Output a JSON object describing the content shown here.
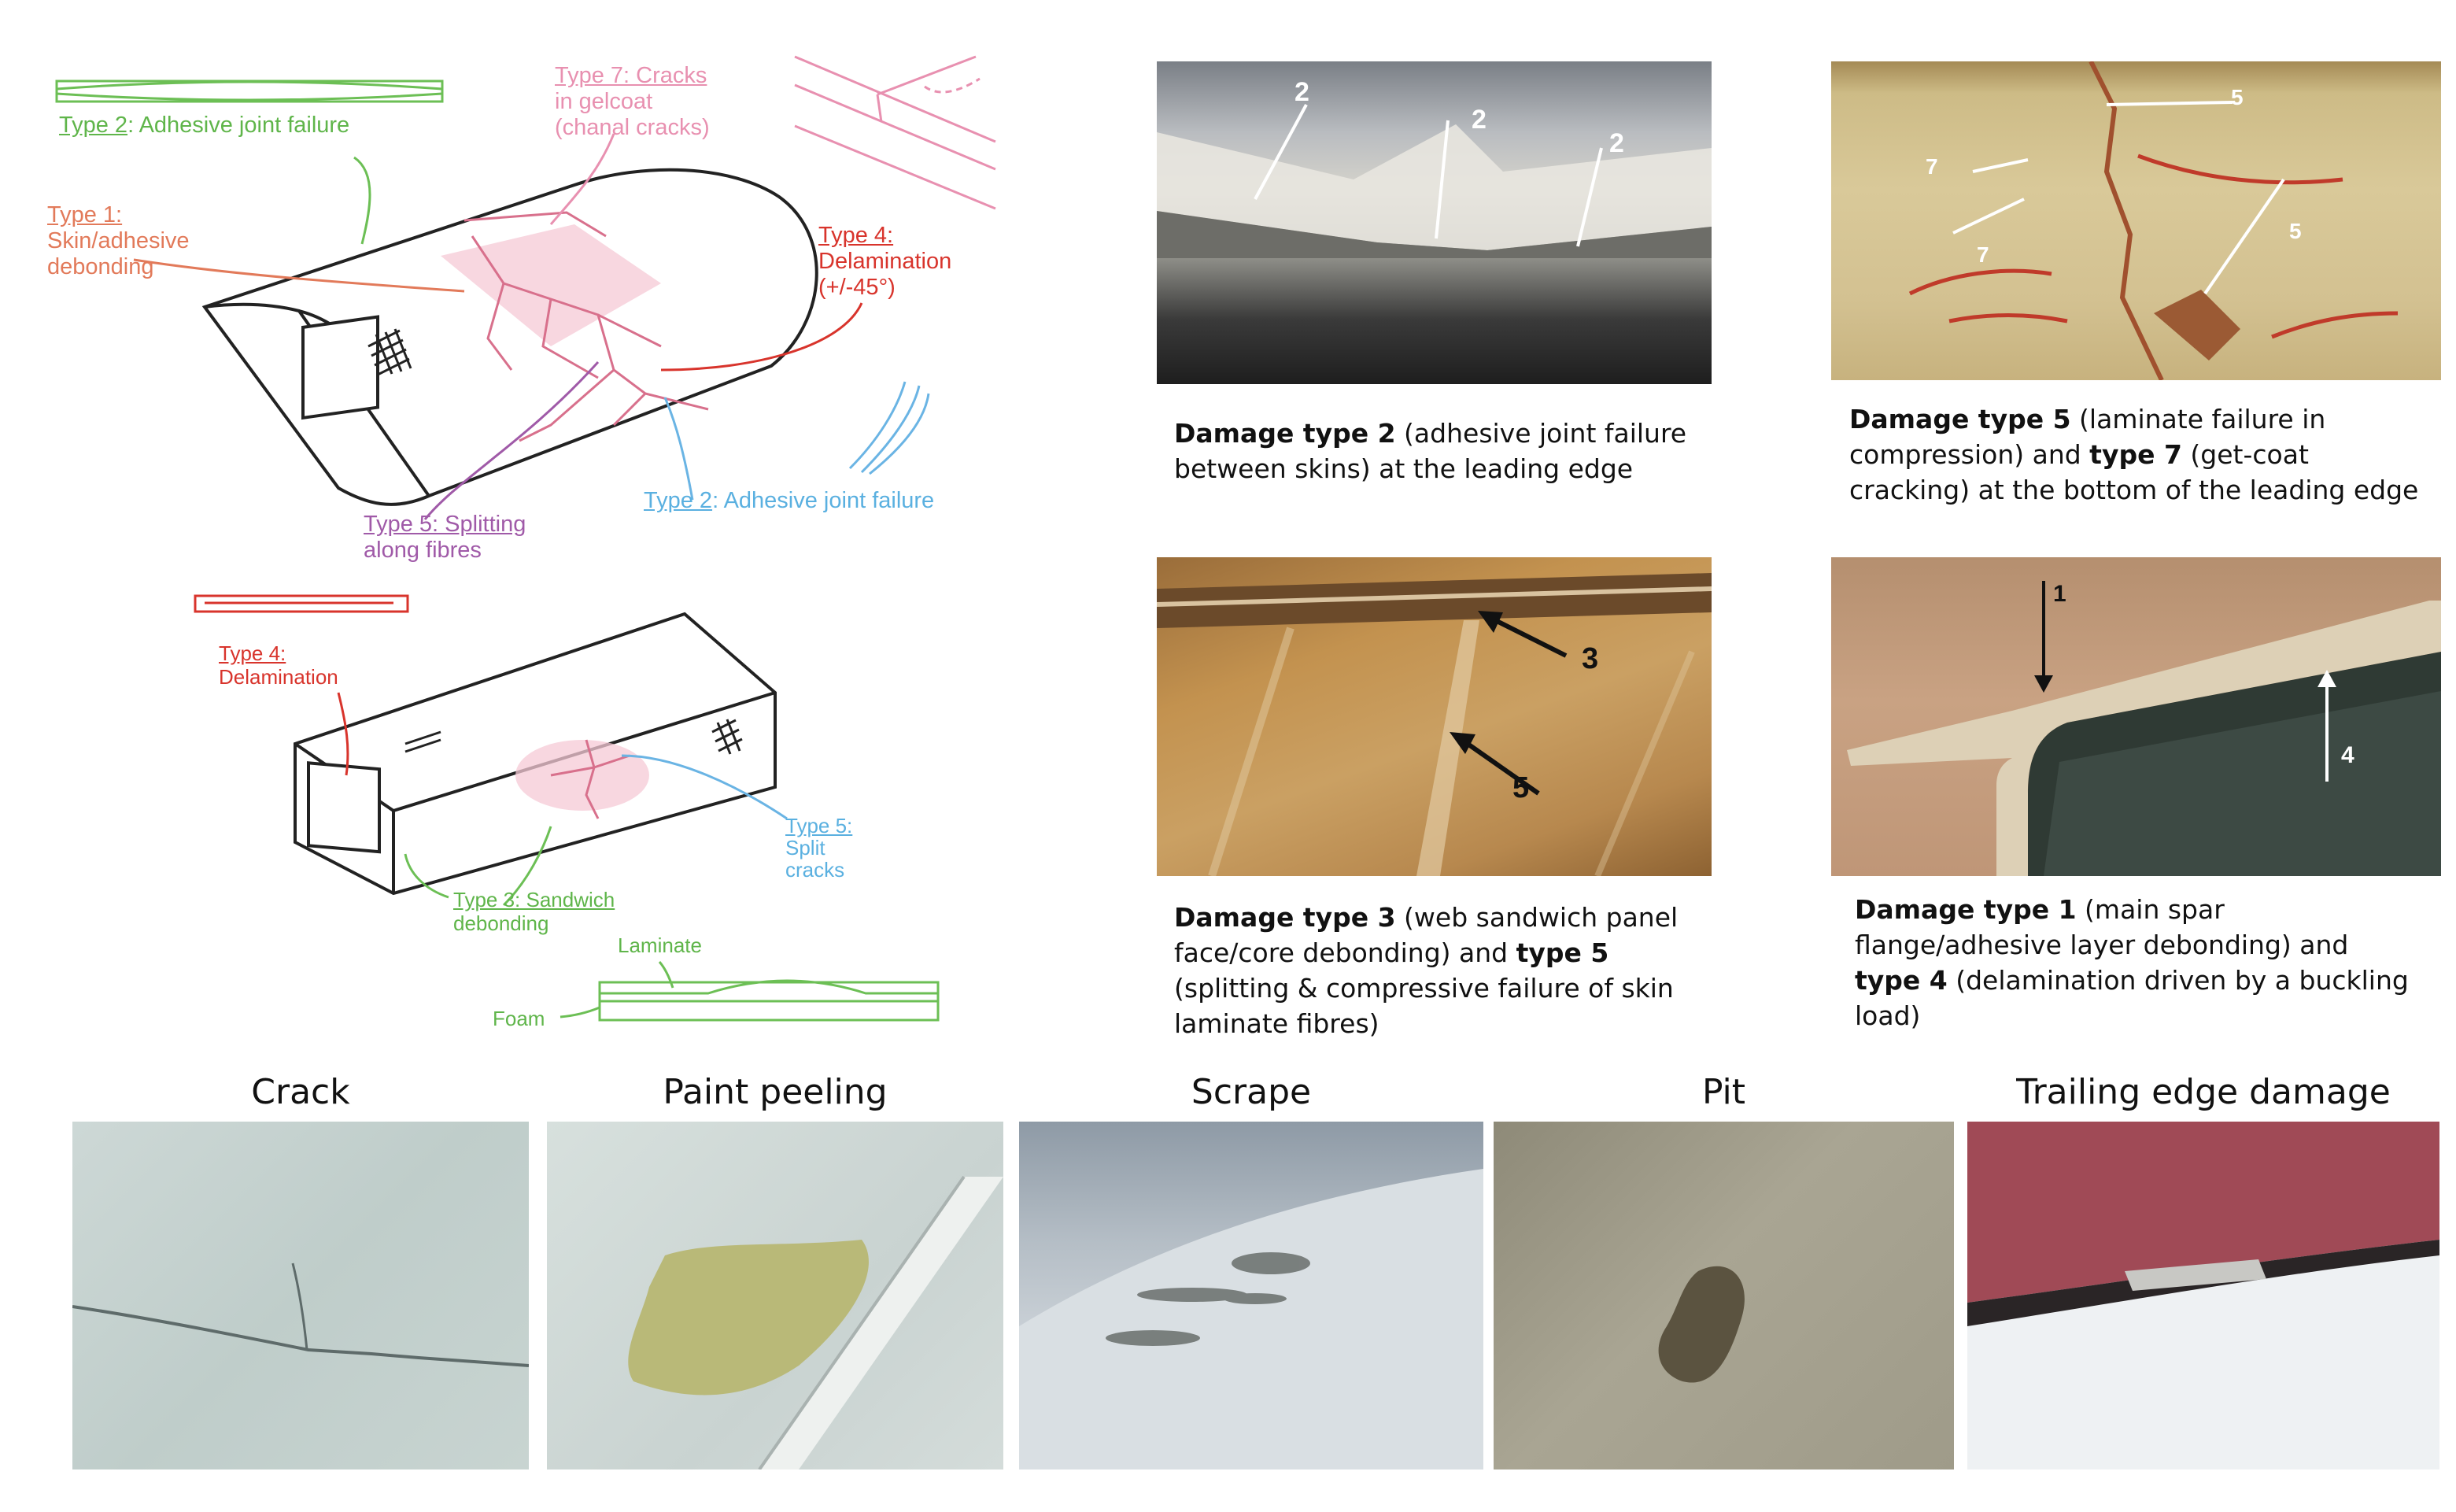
{
  "schematic": {
    "blade": {
      "type2_top": {
        "prefix": "Type 2",
        "rest": ": Adhesive joint failure"
      },
      "type7": {
        "line1": "Type 7: Cracks",
        "line2": "in gelcoat",
        "line3": "(chanal cracks)"
      },
      "type1": {
        "line1": "Type 1:",
        "line2": "Skin/adhesive",
        "line3": "debonding"
      },
      "type4": {
        "line1": "Type 4:",
        "line2": "Delamination",
        "line3": "(+/-45°)"
      },
      "type5": {
        "line1": "Type 5: Splitting",
        "line2": "along fibres"
      },
      "type2_bottom": {
        "prefix": "Type 2",
        "rest": ": Adhesive joint failure"
      }
    },
    "spar": {
      "type4": {
        "line1": "Type 4:",
        "line2": "Delamination"
      },
      "type5": {
        "line1": "Type 5:",
        "line2": "Split",
        "line3": "cracks"
      },
      "type3": {
        "line1": "Type 3: Sandwich",
        "line2": "debonding"
      },
      "laminate": "Laminate",
      "foam": "Foam"
    }
  },
  "photos": {
    "p1": {
      "markers": [
        "2",
        "2",
        "2"
      ],
      "caption": {
        "b1": "Damage type 2",
        "t1": " (adhesive joint failure between skins) at the leading edge"
      }
    },
    "p2": {
      "markers": [
        "5",
        "7",
        "7",
        "5"
      ],
      "caption": {
        "b1": "Damage type 5",
        "t1": " (laminate failure in compression) and ",
        "b2": "type 7",
        "t2": " (get-coat cracking) at the bottom of the leading edge"
      }
    },
    "p3": {
      "markers": [
        "3",
        "5"
      ],
      "caption": {
        "b1": "Damage type 3",
        "t1": " (web sandwich panel face/core debonding) and ",
        "b2": "type 5",
        "t2": " (splitting & compressive failure of skin laminate fibres)"
      }
    },
    "p4": {
      "markers": [
        "1",
        "4"
      ],
      "caption": {
        "b1": "Damage type 1",
        "t1": " (main spar flange/adhesive layer debonding) and ",
        "b2": "type 4",
        "t2": " (delamination driven by a buckling load)"
      }
    }
  },
  "bottom_row": [
    "Crack",
    "Paint peeling",
    "Scrape",
    "Pit",
    "Trailing edge damage"
  ],
  "colors": {
    "green": "#5fb54a",
    "pink": "#e890b0",
    "salmon": "#e27a5a",
    "red": "#d8342c",
    "purple": "#a05aa8",
    "blue": "#5ab0e0"
  }
}
